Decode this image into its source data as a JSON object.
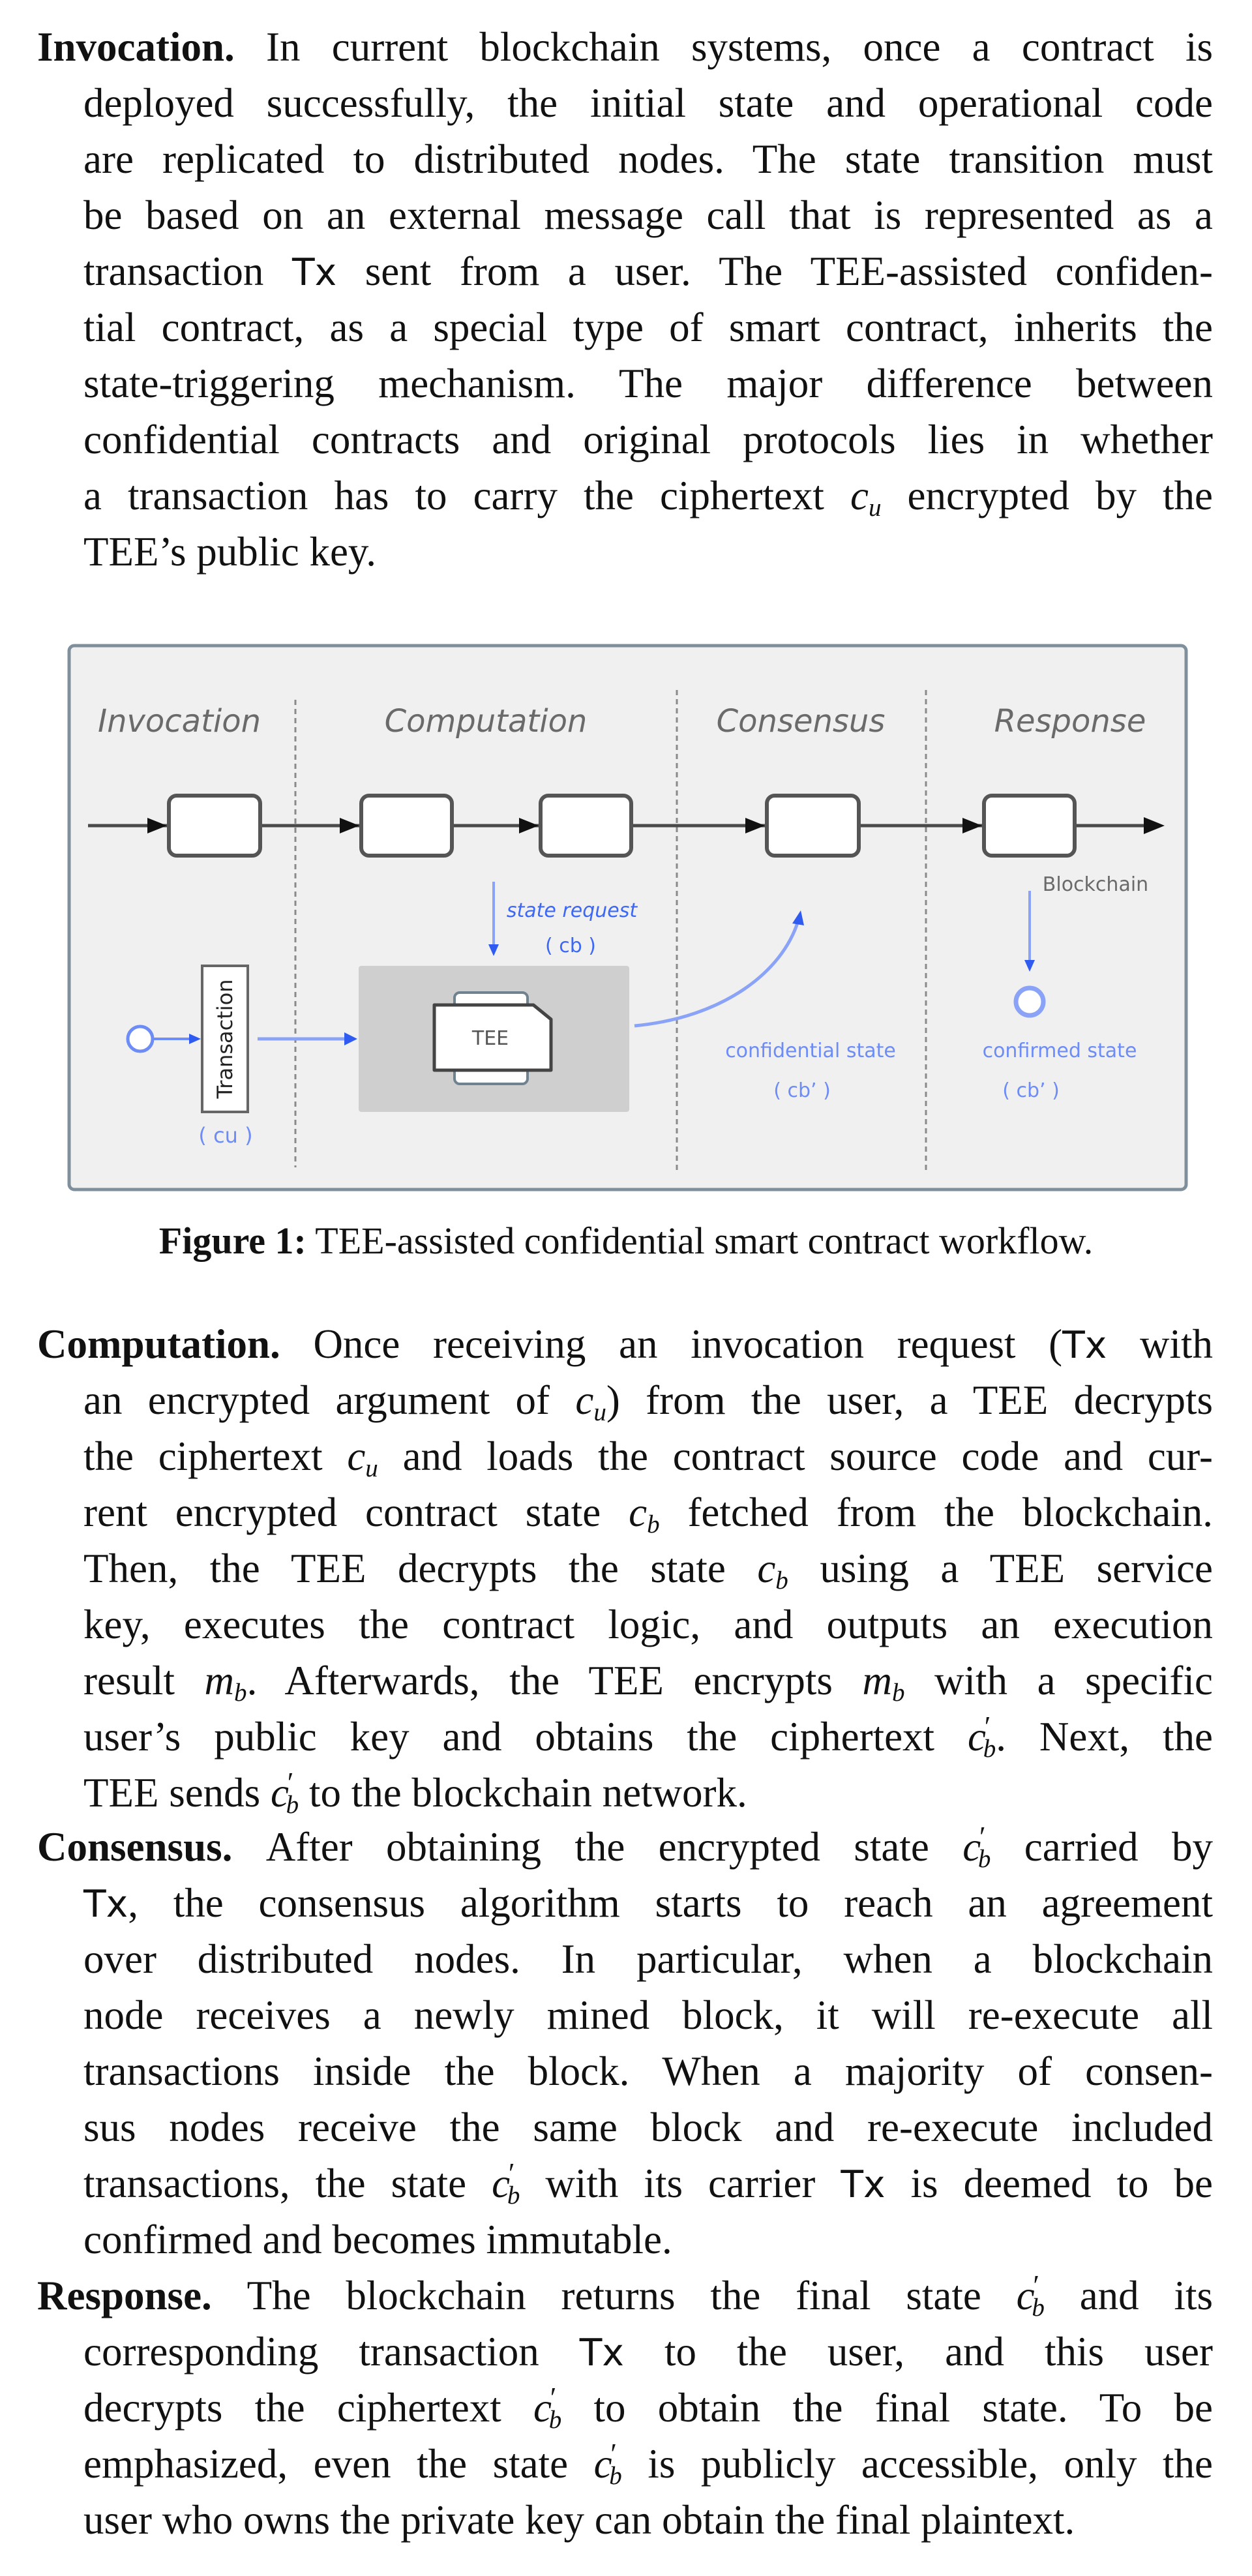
{
  "paragraphs": [
    {
      "id": "invocation",
      "label": "Invocation.",
      "lines": [
        [
          {
            "t": "In current blockchain systems, once a contract is"
          }
        ],
        [
          {
            "t": "deployed successfully, the initial state and operational code"
          }
        ],
        [
          {
            "t": "are replicated to distributed nodes. The state transition must"
          }
        ],
        [
          {
            "t": "be based on an external message call that is represented as a"
          }
        ],
        [
          {
            "t": "transaction "
          },
          {
            "sf": "Tx"
          },
          {
            "t": " sent from a user. The TEE-assisted confiden-"
          }
        ],
        [
          {
            "t": "tial contract, as a special type of smart contract, inherits the"
          }
        ],
        [
          {
            "t": "state-triggering mechanism. The major difference between"
          }
        ],
        [
          {
            "t": "confidential contracts and original protocols lies in whether"
          }
        ],
        [
          {
            "t": "a transaction has to carry the ciphertext "
          },
          {
            "m": "c",
            "sub": "u"
          },
          {
            "t": " encrypted by the"
          }
        ],
        [
          {
            "t": "TEE’s public key."
          }
        ]
      ]
    },
    {
      "id": "computation",
      "label": "Computation.",
      "lines": [
        [
          {
            "t": "Once receiving an invocation request ("
          },
          {
            "sf": "Tx"
          },
          {
            "t": " with"
          }
        ],
        [
          {
            "t": "an encrypted argument of "
          },
          {
            "m": "c",
            "sub": "u"
          },
          {
            "t": ") from the user, a TEE decrypts"
          }
        ],
        [
          {
            "t": "the ciphertext "
          },
          {
            "m": "c",
            "sub": "u"
          },
          {
            "t": " and loads the contract source code and cur-"
          }
        ],
        [
          {
            "t": "rent encrypted contract state "
          },
          {
            "m": "c",
            "sub": "b"
          },
          {
            "t": " fetched from the blockchain."
          }
        ],
        [
          {
            "t": "Then, the TEE decrypts the state "
          },
          {
            "m": "c",
            "sub": "b"
          },
          {
            "t": " using a TEE service"
          }
        ],
        [
          {
            "t": "key, executes the contract logic, and outputs an execution"
          }
        ],
        [
          {
            "t": "result "
          },
          {
            "m": "m",
            "sub": "b"
          },
          {
            "t": ". Afterwards, the TEE encrypts "
          },
          {
            "m": "m",
            "sub": "b"
          },
          {
            "t": " with a specific"
          }
        ],
        [
          {
            "t": "user’s public key and obtains the ciphertext "
          },
          {
            "m": "c",
            "sub": "b",
            "prime": true
          },
          {
            "t": ". Next, the"
          }
        ],
        [
          {
            "t": "TEE sends "
          },
          {
            "m": "c",
            "sub": "b",
            "prime": true
          },
          {
            "t": " to the blockchain network."
          }
        ]
      ]
    },
    {
      "id": "consensus",
      "label": "Consensus.",
      "lines": [
        [
          {
            "t": "After obtaining the encrypted state "
          },
          {
            "m": "c",
            "sub": "b",
            "prime": true
          },
          {
            "t": " carried by"
          }
        ],
        [
          {
            "sf": "Tx"
          },
          {
            "t": ", the consensus algorithm starts to reach an agreement"
          }
        ],
        [
          {
            "t": "over distributed nodes. In particular, when a blockchain"
          }
        ],
        [
          {
            "t": "node receives a newly mined block, it will re-execute all"
          }
        ],
        [
          {
            "t": "transactions inside the block. When a majority of consen-"
          }
        ],
        [
          {
            "t": "sus nodes receive the same block and re-execute included"
          }
        ],
        [
          {
            "t": "transactions, the state "
          },
          {
            "m": "c",
            "sub": "b",
            "prime": true
          },
          {
            "t": " with its carrier "
          },
          {
            "sf": "Tx"
          },
          {
            "t": " is deemed to be"
          }
        ],
        [
          {
            "t": "confirmed and becomes immutable."
          }
        ]
      ]
    },
    {
      "id": "response",
      "label": "Response.",
      "lines": [
        [
          {
            "t": "The blockchain returns the final state "
          },
          {
            "m": "c",
            "sub": "b",
            "prime": true
          },
          {
            "t": " and its"
          }
        ],
        [
          {
            "t": "corresponding transaction "
          },
          {
            "sf": "Tx"
          },
          {
            "t": " to the user, and this user"
          }
        ],
        [
          {
            "t": "decrypts the ciphertext "
          },
          {
            "m": "c",
            "sub": "b",
            "prime": true
          },
          {
            "t": " to obtain the final state. To be"
          }
        ],
        [
          {
            "t": "emphasized, even the state "
          },
          {
            "m": "c",
            "sub": "b",
            "prime": true
          },
          {
            "t": " is publicly accessible, only the"
          }
        ],
        [
          {
            "t": "user who owns the private key can obtain the final plaintext."
          }
        ]
      ]
    }
  ],
  "figure": {
    "phases": [
      "Invocation",
      "Computation",
      "Consensus",
      "Response"
    ],
    "blockchain_label": "Blockchain",
    "transaction_label": "Transaction",
    "tee_label": "TEE",
    "state_request_label": "state request",
    "state_request_var": "( cb )",
    "transaction_var": "( cu )",
    "confidential_state_label": "confidential state",
    "confidential_state_var": "( cb’ )",
    "confirmed_state_label": "confirmed state",
    "confirmed_state_var": "( cb’ )",
    "colors": {
      "panel_bg": "#f0f0f0",
      "panel_border": "#7f909c",
      "flow": "#3d68f5",
      "flow_light": "#8aa3f7",
      "tee_bg": "#cfcfcf",
      "chain": "#4a4a4a",
      "phase_text": "#6a6a6a"
    }
  },
  "caption": {
    "label": "Figure 1:",
    "text": " TEE-assisted confidential smart contract workflow."
  }
}
